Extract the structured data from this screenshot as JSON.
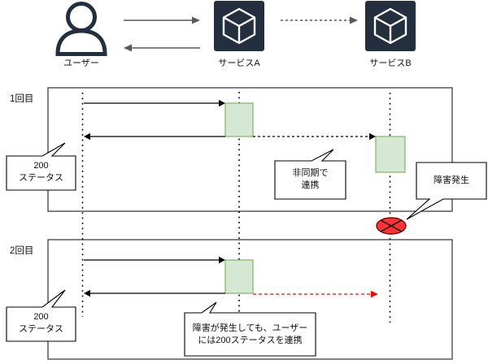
{
  "diagram": {
    "actors": {
      "user_label": "ユーザー",
      "service_a_label": "サービスA",
      "service_b_label": "サービスB"
    },
    "sections": [
      {
        "label": "1回目"
      },
      {
        "label": "2回目"
      }
    ],
    "callouts": {
      "status_200_first": "200\nステータス",
      "async_note": "非同期で\n連携",
      "failure_note": "障害発生",
      "status_200_second": "200\nステータス",
      "resilience_note": "障害が発生しても、ユーザー\nには200ステータスを連携"
    },
    "colors": {
      "icon_bg": "#232F3E",
      "icon_glyph": "#FFFFFF",
      "activation_fill": "#D5E8D4",
      "activation_border": "#82B366",
      "failure_fill": "#FF3333",
      "error_arrow": "#FF0000"
    }
  }
}
